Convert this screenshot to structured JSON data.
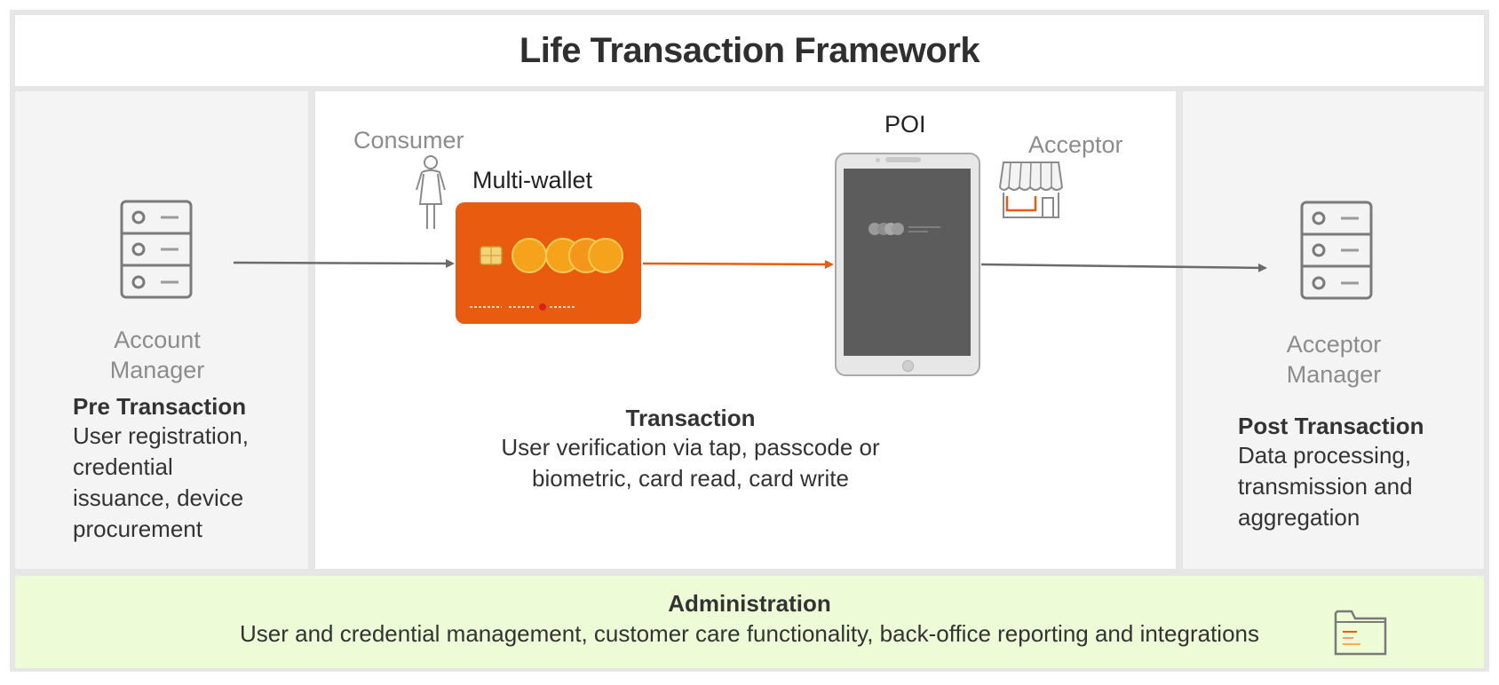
{
  "title": "Life Transaction Framework",
  "pre_transaction": {
    "actor_label_line1": "Account",
    "actor_label_line2": "Manager",
    "heading": "Pre Transaction",
    "lines": [
      "User registration,",
      "credential",
      "issuance, device",
      "procurement"
    ],
    "icon": "server-icon"
  },
  "transaction": {
    "consumer_label": "Consumer",
    "wallet_label": "Multi-wallet",
    "poi_label": "POI",
    "acceptor_label": "Acceptor",
    "heading": "Transaction",
    "lines": [
      "User verification via tap, passcode or",
      "biometric, card read, card write"
    ],
    "card_color": "#e95c0f",
    "arrow_color_primary": "#e95c0f",
    "arrow_color_secondary": "#6b6b6b",
    "icons": [
      "person-icon",
      "payment-card-icon",
      "tablet-icon",
      "storefront-icon"
    ]
  },
  "post_transaction": {
    "actor_label_line1": "Acceptor",
    "actor_label_line2": "Manager",
    "heading": "Post Transaction",
    "lines": [
      "Data processing,",
      "transmission and",
      "aggregation"
    ],
    "icon": "server-icon"
  },
  "administration": {
    "heading": "Administration",
    "text": "User and credential management, customer care functionality, back-office reporting and integrations",
    "icon": "folder-icon",
    "background": "#eefbd7"
  }
}
